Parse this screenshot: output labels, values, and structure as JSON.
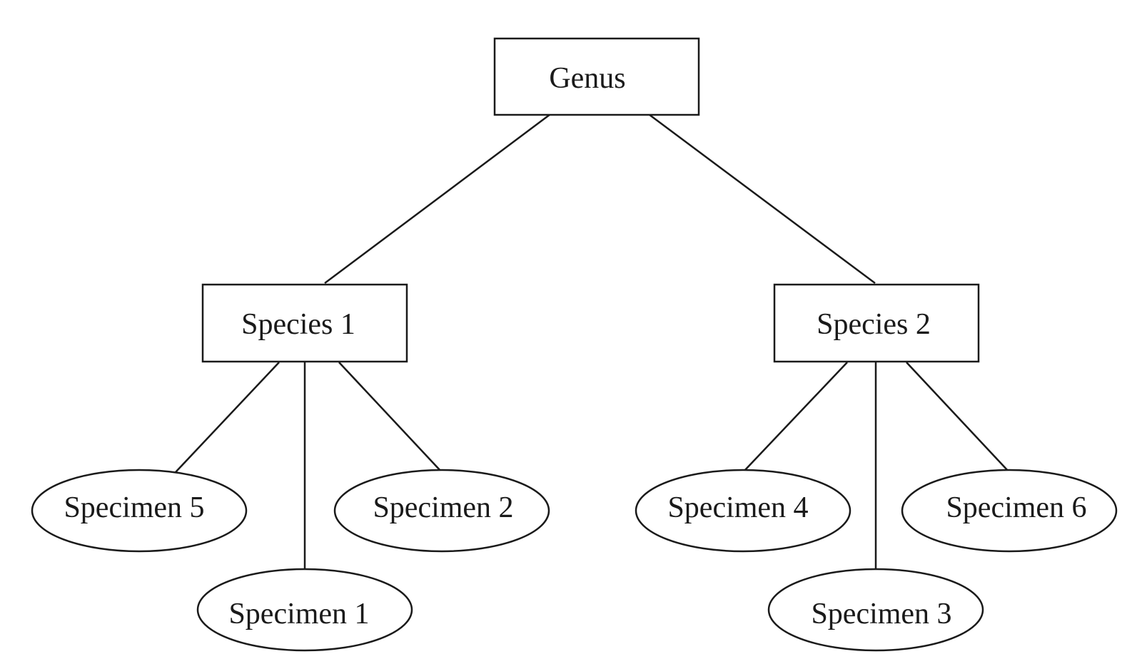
{
  "diagram": {
    "type": "tree",
    "root": {
      "label": "Genus",
      "children": [
        {
          "label": "Species 1",
          "children": [
            "Specimen 5",
            "Specimen 1",
            "Specimen 2"
          ]
        },
        {
          "label": "Species 2",
          "children": [
            "Specimen 4",
            "Specimen 3",
            "Specimen 6"
          ]
        }
      ]
    },
    "node_shapes": {
      "genus": "rectangle",
      "species": "rectangle",
      "specimen": "ellipse"
    },
    "colors": {
      "stroke": "#1a1a1a",
      "fill": "#ffffff",
      "text": "#1a1a1a"
    }
  }
}
